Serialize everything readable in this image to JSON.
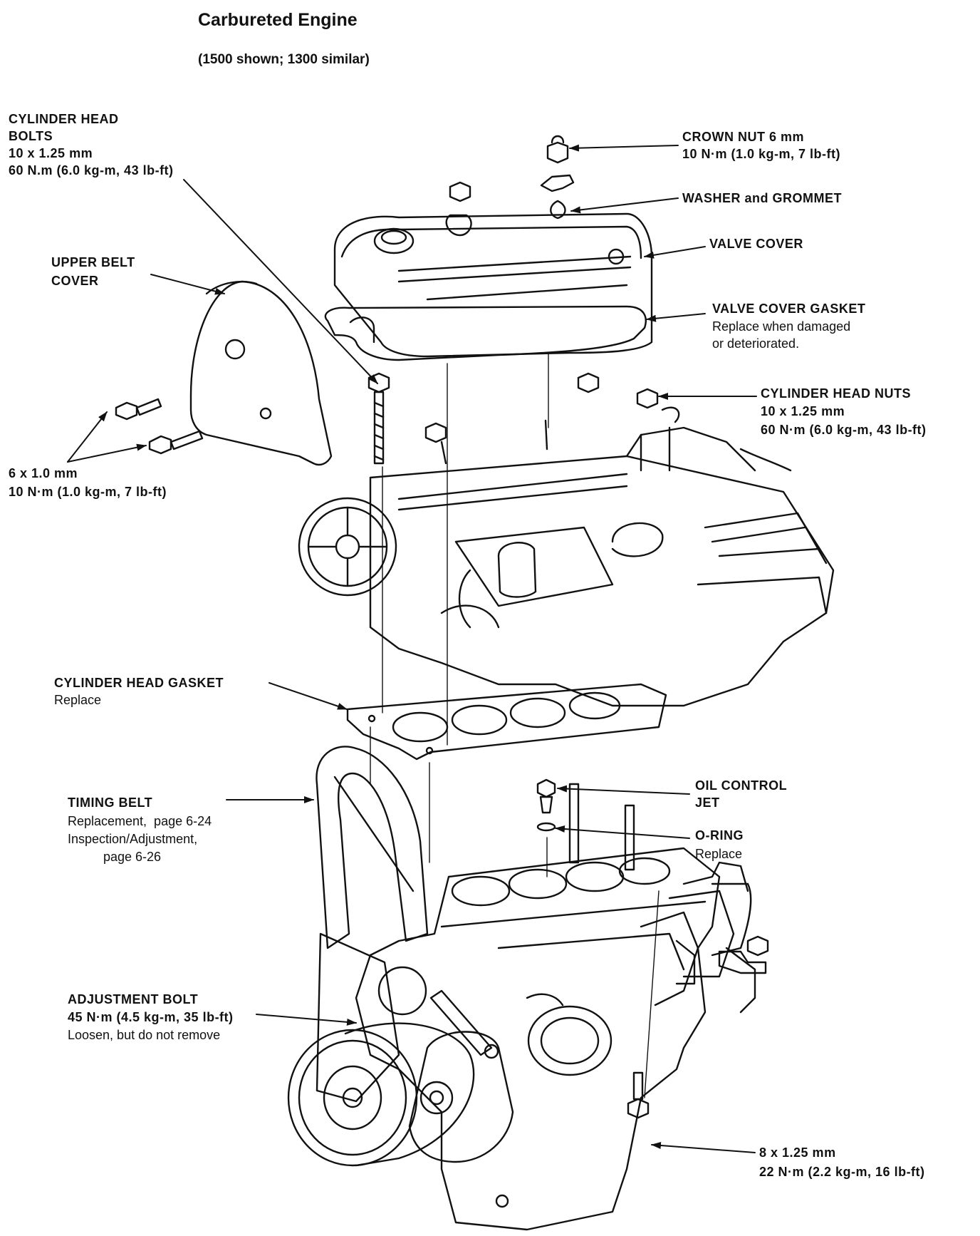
{
  "title": "Carbureted Engine",
  "subtitle": "(1500 shown; 1300 similar)",
  "callouts": {
    "cylinder_head_bolts": {
      "name1": "CYLINDER HEAD",
      "name2": "BOLTS",
      "size": "10 x 1.25 mm",
      "torque": "60 N.m (6.0 kg-m, 43 lb-ft)"
    },
    "crown_nut": {
      "name": "CROWN NUT 6 mm",
      "torque": "10 N·m (1.0 kg-m, 7 lb-ft)"
    },
    "washer_grommet": {
      "name": "WASHER and GROMMET"
    },
    "valve_cover": {
      "name": "VALVE COVER"
    },
    "upper_belt_cover": {
      "name1": "UPPER BELT",
      "name2": "COVER"
    },
    "valve_cover_gasket": {
      "name": "VALVE COVER GASKET",
      "note1": "Replace when damaged",
      "note2": "or deteriorated."
    },
    "cylinder_head_nuts": {
      "name": "CYLINDER HEAD NUTS",
      "size": "10 x 1.25 mm",
      "torque": "60 N·m (6.0 kg-m, 43 lb-ft)"
    },
    "belt_cover_bolts": {
      "size": "6 x 1.0 mm",
      "torque": "10 N·m (1.0 kg-m, 7 lb-ft)"
    },
    "cylinder_head_gasket": {
      "name": "CYLINDER HEAD GASKET",
      "note": "Replace"
    },
    "timing_belt": {
      "name": "TIMING BELT",
      "line1": "Replacement,  page 6-24",
      "line2": "Inspection/Adjustment,",
      "line3": "page 6-26"
    },
    "oil_control_jet": {
      "name1": "OIL CONTROL",
      "name2": "JET"
    },
    "o_ring": {
      "name": "O-RING",
      "note": "Replace"
    },
    "adjustment_bolt": {
      "name": "ADJUSTMENT BOLT",
      "torque": "45 N·m (4.5 kg-m, 35 lb-ft)",
      "note": "Loosen, but do not remove"
    },
    "bracket_bolt": {
      "size": "8 x 1.25 mm",
      "torque": "22 N·m (2.2 kg-m, 16 lb-ft)"
    }
  }
}
